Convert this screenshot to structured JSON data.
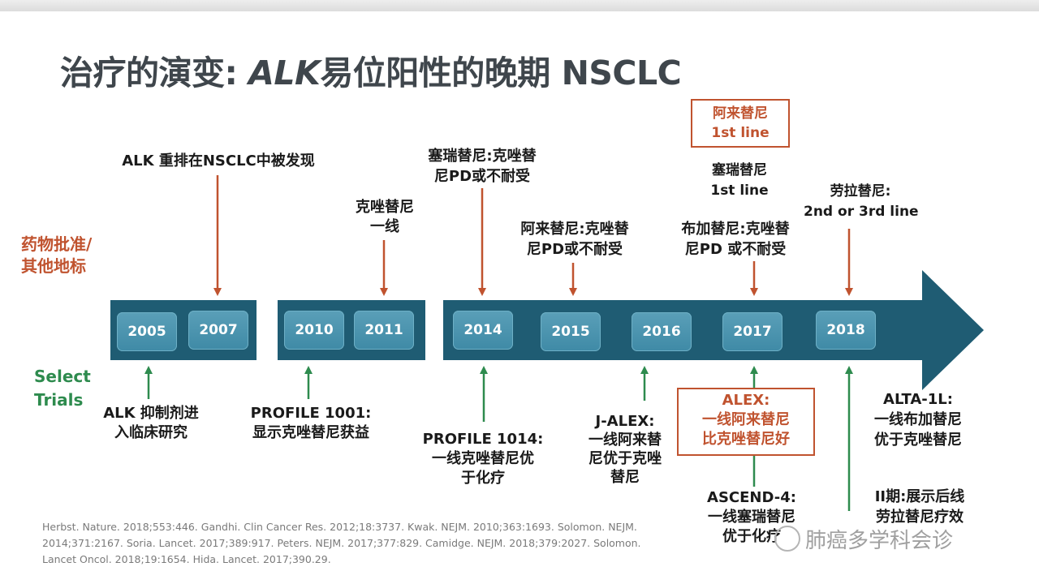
{
  "title_prefix": "治疗的演变: ",
  "title_gene": "ALK",
  "title_rest": "易位阳性的晚期 NSCLC",
  "left_labels": {
    "approval": "药物批准/\n其他地标",
    "trials": "Select\nTrials"
  },
  "years": [
    "2005",
    "2007",
    "2010",
    "2011",
    "2014",
    "2015",
    "2016",
    "2017",
    "2018"
  ],
  "top_events": [
    "ALK 重排在NSCLC中被发现",
    "克唑替尼\n一线",
    "塞瑞替尼:克唑替\n尼PD或不耐受",
    "阿来替尼:克唑替\n尼PD或不耐受",
    "布加替尼:克唑替\n尼PD 或不耐受",
    "塞瑞替尼\n1st line",
    "阿来替尼\n1st line",
    "劳拉替尼:\n2nd or 3rd line"
  ],
  "bottom_trials": [
    "ALK 抑制剂进\n入临床研究",
    "PROFILE 1001:\n显示克唑替尼获益",
    "PROFILE 1014:\n一线克唑替尼优\n于化疗",
    "J-ALEX:\n一线阿来替\n尼优于克唑\n替尼",
    "ALEX:\n一线阿来替尼\n比克唑替尼好",
    "ASCEND-4:\n一线塞瑞替尼\n优于化疗",
    "ALTA-1L:\n一线布加替尼\n优于克唑替尼",
    "II期:展示后线\n劳拉替尼疗效"
  ],
  "references": "Herbst. Nature. 2018;553:446.  Gandhi. Clin Cancer Res. 2012;18:3737.  Kwak. NEJM. 2010;363:1693.  Solomon. NEJM. 2014;371:2167.  Soria. Lancet. 2017;389:917.  Peters. NEJM. 2017;377:829.  Camidge. NEJM. 2018;379:2027.  Solomon. Lancet Oncol. 2018;19:1654.  Hida. Lancet. 2017;390.29.",
  "watermark": "肺癌多学科会诊",
  "colors": {
    "band": "#1f5c73",
    "year_box": "#4a93ae",
    "approval_arrow": "#c0532f",
    "trial_arrow": "#2e8b4e",
    "title": "#3f464c"
  }
}
